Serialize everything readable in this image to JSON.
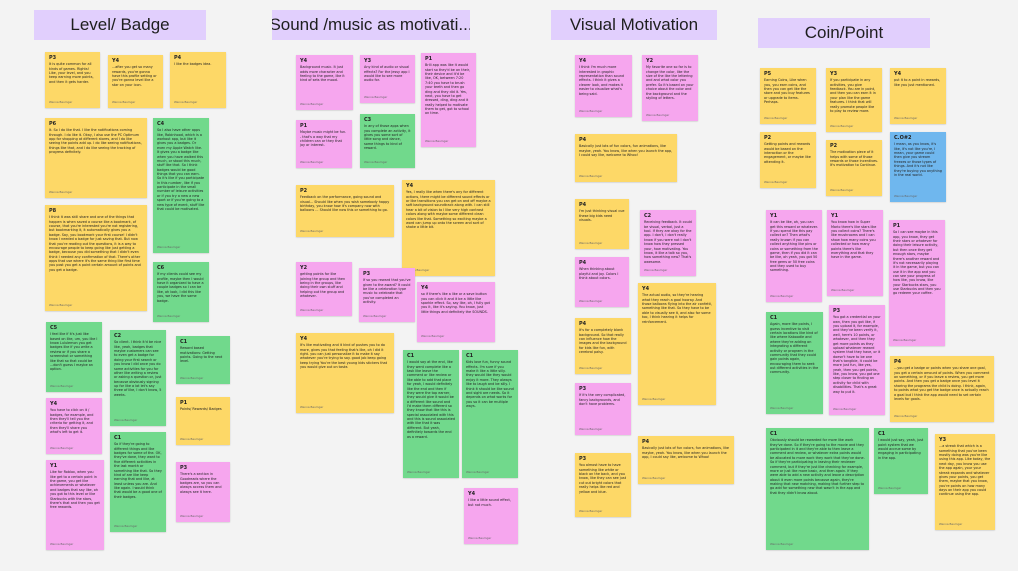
{
  "titles": {
    "level": "Level/ Badge",
    "sound": "Sound /music as motivati...",
    "visual": "Visual Motivation",
    "coin": "Coin/Point"
  },
  "colors": {
    "title_bg": "#e1cffd",
    "yellow": "#fdd867",
    "pink": "#f6a6ee",
    "green": "#71d98c",
    "blue": "#6fb7ee",
    "canvas": "#f3f3f3"
  },
  "level": {
    "n1": {
      "label": "P3",
      "text": "It is quite common for all kinds of games. Rights! Like, your level, and you keep earning more points, and then it gets harder.",
      "author": "Wenna Baumgar"
    },
    "n2": {
      "label": "Y4",
      "text": "...after you get so many rewards, you're gonna have this profile setting or you're gonna level like a star on your icon.",
      "author": "Wenna Baumgar"
    },
    "n3": {
      "label": "P4",
      "text": "I like the badges idea.",
      "author": "Wenna Baumgar"
    },
    "n4": {
      "label": "P6",
      "text": "It. So I do like that. I like the notifications coming through. I do like it. Okay, I also use the PC Optimum app for shopping at different stores, and I do like seeing the points add up. I do like seeing notifications, things like that, and I do like seeing the tracking of progress definitely.",
      "author": "Wenna Baumgar"
    },
    "n5": {
      "label": "C4",
      "text": "So I also have other apps like, Robinhood, which is a workout app, but like it gives you a badges. Or even my Apple Watch like. It gives you a badge like when you have walked this much, or stood this much, stuff like that. So I think badges would be good things that you can earn. So it's like if you participate in this number, like if you participate in the small number of leisure activities or if you try a new a new sport or if you're going to a new type of event, stuff like that could be motivated.",
      "author": "Wenna Baumgar"
    },
    "n6": {
      "label": "P8",
      "text": "I think it was skill share and one of the things that happen is when saved a course like a bookmark, of course, that you're interested you're not registering, but bookmarking it, it automatically gives you a badge. Say, you bookmark your first course! I didn't know I needed a badge for just saving that. But now that you're reading out the questions, it is a way to encourage people to keep going like just getting a badge, because you did something that I didn't even think I needed any confirmation of that. There's other apps that use where it's the same thing like first time you post you get a point certain amount of points and you get a badge.",
      "author": "Wenna Baumgar"
    },
    "n7": {
      "label": "C6",
      "text": "If my clients could see my profile, maybe then I would have it organized to have a couple badges so I can be like, oh look, I did this like you, we have the same badge.",
      "author": "Wenna Baumgar"
    },
    "n8": {
      "label": "C5",
      "text": "I feel like if it's just like based on like, um, you like I know Lululemon you get badges like if you write a review or if you share a screenshot or something like that so that could be ...don't guess I maybe an option.",
      "author": "Wenna Baumgar"
    },
    "n9": {
      "label": "C2",
      "text": "So client. I think it'd be nice like, yeah, badges that maybe customers can see to even get a badge for doing your first search or you know I did once you do some activities for you for other like writing a review or asking a question or, just because obviously signing up for like a lot let's say three of like, I don't know, 5 weeks.",
      "author": "Wenna Baumgar"
    },
    "n10": {
      "label": "C1",
      "text": "Reward based motivations: Getting points. Going to the next level.",
      "author": "Wenna Baumgar"
    },
    "n11": {
      "label": "Y4",
      "text": "You have to click on it / badges, for example, and then they'll tell you the criteria for getting it, and then they'll share you what's left to get it.",
      "author": "Wenna Baumgar"
    },
    "n12": {
      "label": "C1",
      "text": "So if they're going to different things and like badges for some of the. OK, they've done, they want to five different activities in the last month or something like that. So they kind of are like keep earning that and like, at least unless you are. And like again. I would think that would be a good one of their badges.",
      "author": "Wenna Baumgar"
    },
    "n13": {
      "label": "P1",
      "text": "Points/ Rewards/ Badges",
      "author": "Wenna Baumgar"
    },
    "n14": {
      "label": "Y1",
      "text": "Like for Roblox, when you like get to a certain point in the game, you get like achievements or whatever and badges that say like, oh you got to this level or like Starbucks with the stars, there's that and then you get free rewards.",
      "author": "Wenna Baumgar"
    },
    "n15": {
      "label": "P3",
      "text": "There's a section in Goodreads where the badges are, so you can always access them and always see it here.",
      "author": "Wenna Baumgar"
    }
  },
  "sound": {
    "n1": {
      "label": "Y4",
      "text": "Background music. It just adds more character and feeling to the game, like it kind of sets the mood.",
      "author": "Wenna Baumgar"
    },
    "n2": {
      "label": "Y3",
      "text": "Any kind of audio or visual effects? For the Jessy app I would like to see more audio for.",
      "author": "Wenna Baumgar"
    },
    "n3": {
      "label": "P1",
      "text": "Brili app was like it would start so they'd be on their, their device and it'd be like, OK, between 7:20 7:40 you have to brush your teeth and then go ding and they did it. Yes, next, you have to get dressed, ding, ding and it really helped to motivate them to get, got to school on time.",
      "author": "Wenna Baumgar"
    },
    "n4": {
      "label": "P1",
      "text": "Maybe music might be fun. - that's a way that my children can or they that joy or interest.",
      "author": "Wenna Baumgar"
    },
    "n5": {
      "label": "C3",
      "text": "In any of those apps when you complete an activity, it gives you some sort of little song and dance, some things to kind of reward.",
      "author": "Wenna Baumgar"
    },
    "n6": {
      "label": "P2",
      "text": "Feedback on the performance, going sound and visual... Should like when you wish somebody happy birthday, you know how it's company now with balloons ... Should like now this or something to go.",
      "author": "Wenna Baumgar"
    },
    "n7": {
      "label": "Y4",
      "text": "Yes, I really like when there's any for different actions, there might be different sound effects or or like transitions you can get on and off maybe a soft background soundtrack along with. I can still hear a bit of vision to I like very high contrast colors along with maybe some different clean colors like that. Something so exciting maybe a word can jump up onto the screen and sort of shake a little bit.",
      "author": "Wenna Baumgar"
    },
    "n8": {
      "label": "Y2",
      "text": "getting points for like joining the group and then being in the groups, like doing their own stuff and helping out the group and whatever.",
      "author": "Wenna Baumgar"
    },
    "n9": {
      "label": "P3",
      "text": "If so you reward that you've given to the award? It could be like a celebration type music to celebrate that you've completed an activity.",
      "author": "Wenna Baumgar"
    },
    "n10": {
      "label": "Y4",
      "text": "It's like motivating and it kind of pushes you to do more, gives you that feeling that's like, oh I did it right. you can just personalize it to make it say whatever you're trying to say. good job keep going keep trying You're the best young kids stickers that you would give out on tasks",
      "author": "Wenna Baumgar"
    },
    "n11": {
      "label": "Y4",
      "text": "so if there's like a like or a save button you can click it and it be a little like sparkle effect. So, say like, oh, I fully got you it, like it's saying. You know, just little things and definitely the SOUNDS.",
      "author": "Wenna Baumgar"
    },
    "n12": {
      "label": "C1",
      "text": "I would say at the end, like they went complete like a task like leave the comment or like review or like able to add that place for yeah, I would definitely like the end and then if they were the top earner, they would give it would be a different like sound and I'd make them different so they know that like this is special associated with this and this is sound associated with like that it was different. But yeah, definitely towards the end as a reward.",
      "author": "Wenna Baumgar"
    },
    "n13": {
      "label": "C1",
      "text": "Kids love fun, funny sound effects. I'm sure if you make it like a little silly. they would like they would enjoy it more. They always like to laugh and be silly. I think it should be like sound and sight are needs. So it depends on what works for you so it can be multiple ways.",
      "author": "Wenna Baumgar"
    },
    "n14": {
      "label": "Y4",
      "text": "I like a little sound effect, but not much.",
      "author": "Wenna Baumgar"
    }
  },
  "visual": {
    "n1": {
      "label": "Y4",
      "text": "I think I'm much more interested in graphic representation than sound effects. I think it gives a clearer look, and makes it easier to visualize what's being said.",
      "author": "Wenna Baumgar"
    },
    "n2": {
      "label": "Y2",
      "text": "My favorite one so far is to change the color, like the size of the like the lettering and and what color you prefer. So it's based on your choice about the color and the background and the styling of letters.",
      "author": "Wenna Baumgar"
    },
    "n3": {
      "label": "P4",
      "text": "Basically just lots of fun colors, fun animations, like maybe, yeah. You know, like when you launch the app, I could say like, welcome to Whoo!",
      "author": "Wenna Baumgar"
    },
    "n4": {
      "label": "P4",
      "text": "I'm just thinking visual cue these big kids need visuals.",
      "author": "Wenna Baumgar"
    },
    "n5": {
      "label": "C2",
      "text": "Receiving feedback. It could be visual, verbal, just a tool. If they are okay for the app. I don't, I don't really know if you were not I don't know how they pressed your, how motivating. You know, it like a talk so you, how something new? That's awesome.",
      "author": "Wenna Baumgar"
    },
    "n6": {
      "label": "P4",
      "text": "When thinking about playful and joy. Colors I think about colors.",
      "author": "Wenna Baumgar"
    },
    "n7": {
      "label": "Y4",
      "text": "The actual audio, so they're hearing what they reach a goal hooray. And those balloons flying into the air confetti, something like that. So they have to be able to visually see it, and also for some too, I think hearing it helps for reinforcement.",
      "author": "Wenna Baumgar"
    },
    "n8": {
      "label": "P4",
      "text": "It's for a completely blank background. So that really can influence how the images and the background for kids like fun, with cerebral palsy.",
      "author": "Wenna Baumgar"
    },
    "n9": {
      "label": "P3",
      "text": "If it's the very complicated, fancy backgrounds, and don't have problems.",
      "author": "Wenna Baumgar"
    },
    "n10": {
      "label": "P4",
      "text": "Basically just lots of fun colors, fun animations, like maybe, yeah. You know, like when you launch the app, I could say like, welcome to Whoo!",
      "author": "Wenna Baumgar"
    },
    "n11": {
      "label": "P3",
      "text": "You almost have to have something like white or black on the back, and you know, like they can see just cut out bright colors that really helps like red and yellow and blue.",
      "author": "Wenna Baumgar"
    }
  },
  "coin": {
    "n1": {
      "label": "P5",
      "text": "Earning Coins, Like when you, you earn coins, and then you can get like the store and you buy features or upgrade to items. Perhaps.",
      "author": "Wenna Baumgar"
    },
    "n2": {
      "label": "Y3",
      "text": "If you participate in any activities, you give feedback. You are in point, and then you can earn it in your plan like the game features. I think that will really promote people like to play to review more.",
      "author": "Wenna Baumgar"
    },
    "n3": {
      "label": "Y4",
      "text": "put it to a point in rewards, like you just mentioned.",
      "author": "Wenna Baumgar"
    },
    "n4": {
      "label": "P2",
      "text": "Getting points and rewards would be based on the interaction or the engagement, or maybe like attending it.",
      "author": "Wenna Baumgar"
    },
    "n5": {
      "label": "P2",
      "text": "The motivation piece of it helps with some of those rewards or those incentives. It's motivation to Continue.",
      "author": "Wenna Baumgar"
    },
    "n6": {
      "label": "C.O#2",
      "text": "I mean, as you know, it's like, it's not like you're, I mean, your game could then give you stream freezes or those types of things. And it's not like they're buying you anything in the real world.",
      "author": "Wenna Baumgar"
    },
    "n7": {
      "label": "Y1",
      "text": "It can be like, oh, you can get this reward or whatever. If you spend like this pay collect on? Then what's really known if you can collect anything like pins or coins or something from the game, then if you did it can be like, oh yeah, you got 50 free gems or 50 free coins and they used to buy something.",
      "author": "Wenna Baumgar"
    },
    "n8": {
      "label": "Y1",
      "text": "You know how in Super Mario there's like stars like you collect coins? There's like mushrooms and I can show how many coins you collected or how many points there's like everything and that they have in the game.",
      "author": "Wenna Baumgar"
    },
    "n9": {
      "label": "P1",
      "text": "So I can see maybe in this app, you know, they get their stars or whatever for doing their leisure activity, but then once they get enough stars, maybe there's another reward and it's not necessarily playing it in the game, but you can use it in the app and you can see your progress of how like, you know, like your Starbucks stars, you use Starbucks and then you go redeem your coffee.",
      "author": "Wenna Baumgar"
    },
    "n10": {
      "label": "C1",
      "text": "Again, more like points, I guess incentive to visit certain locations like kind of like where Kaboodle and where they're adding on integrating a different activity or program in the community that they could gain points again, encouraging them to seek out different activities in the community.",
      "author": "Wenna Baumgar"
    },
    "n11": {
      "label": "P3",
      "text": "You got a credential on your own, then you got like, if you upload it, for example, and they've been verify it, well, here's 10 points, or whatever, and then they get more points as they upload whatever reward system that they have, or it doesn't have to be one that's tangible, it could be more just fun, like yes, yeah, then you get points, like, you know, you got one step closer to finding an activity for child with disabilities. That's a great way to put it.",
      "author": "Wenna Baumgar"
    },
    "n12": {
      "label": "P4",
      "text": "...you get a badge or points when you share one goal, you get a certain amount of points. When you comment on something, or if you leave a review, you get more points. And then you get a badge once you level it sharing the programs the child is doing. I think, again, to points what you get the badge once is actually reach a goal but I think the app would need to set certain levels for goals.",
      "author": "Wenna Baumgar"
    },
    "n13": {
      "label": "C1",
      "text": "Obviously should be rewarded for more like work they've done. So if they're going to the movie and they participated in it and they're able to then leave a comment and review, or whatever extra points would be allocated to more work they work that they've done. So if they're participating in leaving their reviewer comment, but if they're just like checking for example, more or just like more basic, and then again. If they were able to add a new activity and leave a description about it even more points because again, they're making that new matching, making that further step to go add for something new that wasn't in the app and that they didn't know about.",
      "author": "Wenna Baumgar"
    },
    "n14": {
      "label": "C1",
      "text": "I would just say, yeah, just point system that we would accrue some by engaging in participating in the app.",
      "author": "Wenna Baumgar"
    },
    "n15": {
      "label": "Y3",
      "text": "...a streak that which is a something that you've been mostly doing was you're like using this app. Like today, the next day, you know you use the app again, your your streak expands and whatever gives your points, you get them, maybe that you know, you're points on how many days on their app you could continue using the app.",
      "author": "Wenna Baumgar"
    }
  }
}
